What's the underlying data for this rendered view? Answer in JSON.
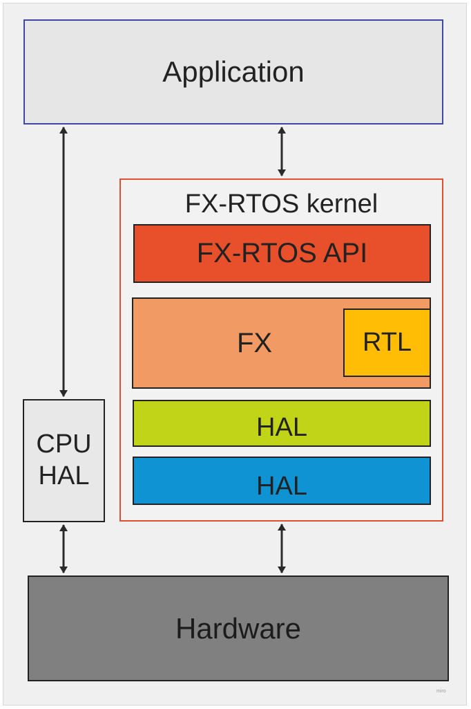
{
  "diagram": {
    "application": "Application",
    "kernel_title": "FX-RTOS kernel",
    "api": "FX-RTOS API",
    "fx": "FX",
    "rtl": "RTL",
    "hal_upper": "HAL",
    "hal_lower": "HAL",
    "cpu_hal_line1": "CPU",
    "cpu_hal_line2": "HAL",
    "hardware": "Hardware",
    "watermark": "miro"
  },
  "colors": {
    "application_border": "#3d47a6",
    "kernel_border": "#e0502f",
    "api_fill": "#e8502c",
    "fx_fill": "#f29a63",
    "rtl_fill": "#ffbd06",
    "hal_green_fill": "#c1d418",
    "hal_blue_fill": "#0f93d3",
    "hardware_fill": "#808080",
    "arrow": "#2a2a2a"
  }
}
